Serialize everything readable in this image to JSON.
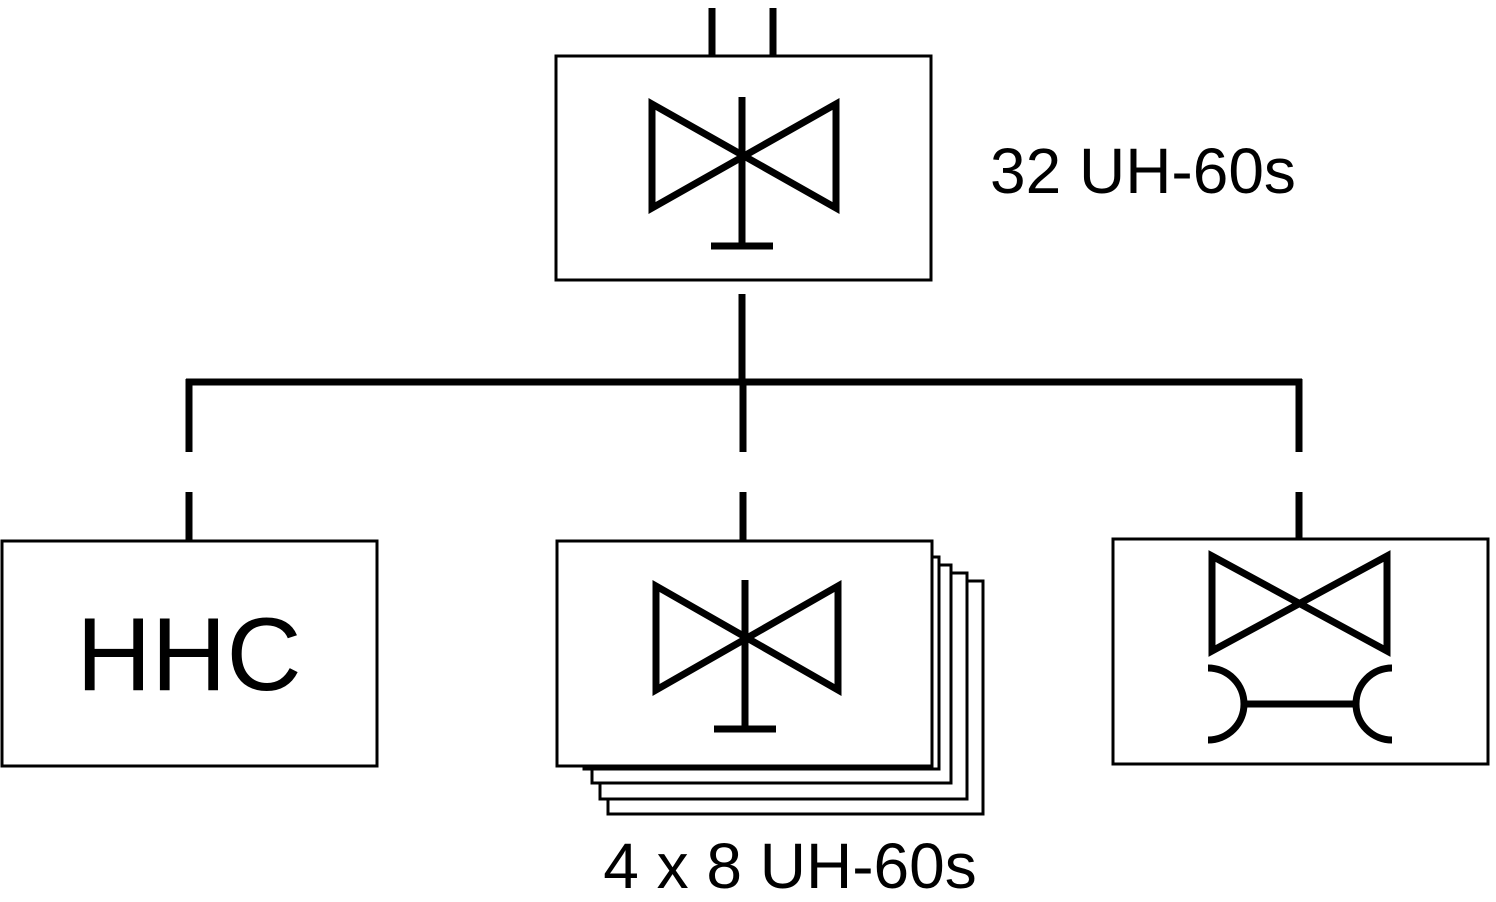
{
  "parent_unit": {
    "strength_label": "32 UH-60s",
    "symbol_icon": "assault-helicopter-unit-icon"
  },
  "subordinates": [
    {
      "label": "HHC"
    },
    {
      "strength_label": "4 x 8 UH-60s",
      "symbol_icon": "assault-helicopter-company-icon",
      "count": 4
    },
    {
      "symbol_icon": "aviation-maintenance-icon"
    }
  ],
  "colors": {
    "line": "#000000",
    "background": "#ffffff"
  }
}
